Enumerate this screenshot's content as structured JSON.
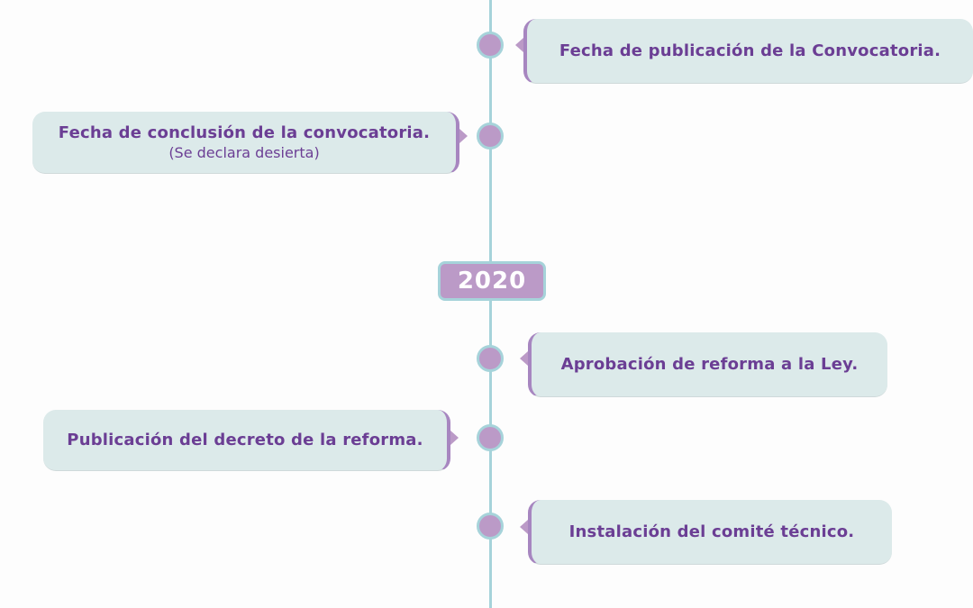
{
  "year_marker": "2020",
  "events": [
    {
      "title": "Fecha de publicación de la Convocatoria.",
      "subtitle": ""
    },
    {
      "title": "Fecha de conclusión de la convocatoria.",
      "subtitle": "(Se declara desierta)"
    },
    {
      "title": "Aprobación de reforma a la Ley.",
      "subtitle": ""
    },
    {
      "title": "Publicación del decreto de la reforma.",
      "subtitle": ""
    },
    {
      "title": "Instalación del comité técnico.",
      "subtitle": ""
    }
  ],
  "colors": {
    "axis": "#a6d3da",
    "node": "#bb9ac7",
    "box": "#dceaea",
    "text": "#6b3e94",
    "accent": "#a786c0"
  }
}
